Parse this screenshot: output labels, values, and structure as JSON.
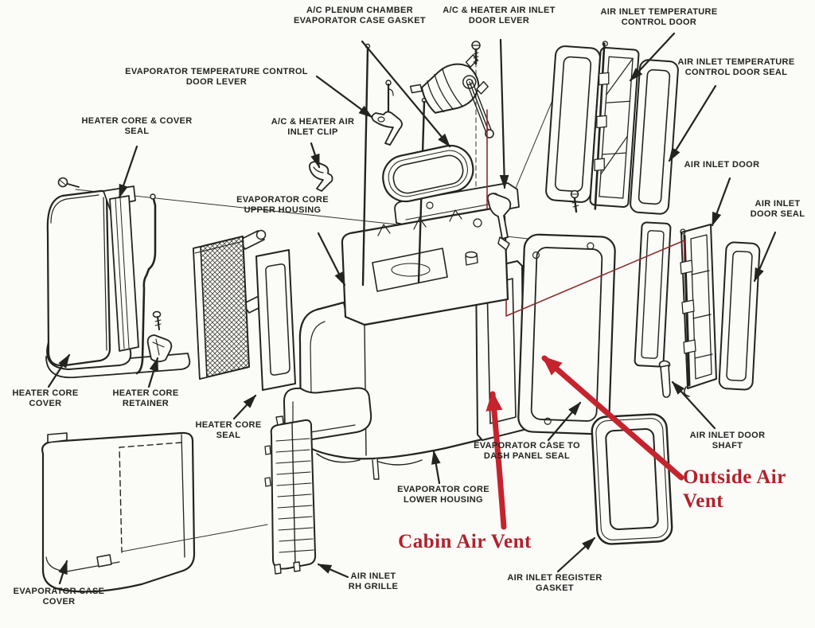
{
  "figure": {
    "kind": "exploded-parts-diagram",
    "subject": "A/C heater evaporator case assembly"
  },
  "colors": {
    "ink": "#232320",
    "background": "#fbfbf8",
    "red_annotation_text": "#b2212a",
    "red_arrow": "#c5242e",
    "red_thin_line": "#8f2c2c"
  },
  "labels": [
    {
      "id": "ac-plenum-chamber-evaporator-case-gasket",
      "l1": "A/C PLENUM CHAMBER",
      "l2": "EVAPORATOR CASE GASKET"
    },
    {
      "id": "ac-heater-air-inlet-door-lever",
      "l1": "A/C & HEATER AIR INLET",
      "l2": "DOOR LEVER"
    },
    {
      "id": "air-inlet-temperature-control-door",
      "l1": "AIR INLET TEMPERATURE",
      "l2": "CONTROL DOOR"
    },
    {
      "id": "air-inlet-temperature-control-door-seal",
      "l1": "AIR INLET TEMPERATURE",
      "l2": "CONTROL DOOR SEAL"
    },
    {
      "id": "evaporator-temperature-control-door-lever",
      "l1": "EVAPORATOR TEMPERATURE CONTROL",
      "l2": "DOOR LEVER"
    },
    {
      "id": "heater-core-and-cover-seal",
      "l1": "HEATER CORE & COVER",
      "l2": "SEAL"
    },
    {
      "id": "ac-heater-air-inlet-clip",
      "l1": "A/C & HEATER AIR",
      "l2": "INLET CLIP"
    },
    {
      "id": "air-inlet-door",
      "l1": "AIR INLET DOOR"
    },
    {
      "id": "evaporator-core-upper-housing",
      "l1": "EVAPORATOR CORE",
      "l2": "UPPER HOUSING"
    },
    {
      "id": "air-inlet-door-seal",
      "l1": "AIR INLET",
      "l2": "DOOR SEAL"
    },
    {
      "id": "heater-core-cover",
      "l1": "HEATER CORE",
      "l2": "COVER"
    },
    {
      "id": "heater-core-retainer",
      "l1": "HEATER CORE",
      "l2": "RETAINER"
    },
    {
      "id": "heater-core-seal",
      "l1": "HEATER CORE",
      "l2": "SEAL"
    },
    {
      "id": "evaporator-case-to-dash-panel-seal",
      "l1": "EVAPORATOR CASE TO",
      "l2": "DASH PANEL SEAL"
    },
    {
      "id": "air-inlet-door-shaft",
      "l1": "AIR INLET DOOR",
      "l2": "SHAFT"
    },
    {
      "id": "evaporator-core-lower-housing",
      "l1": "EVAPORATOR CORE",
      "l2": "LOWER HOUSING"
    },
    {
      "id": "outside-air-vent",
      "l1": "Outside Air",
      "l2": "Vent"
    },
    {
      "id": "cabin-air-vent",
      "l1": "Cabin Air Vent"
    },
    {
      "id": "air-inlet-rh-grille",
      "l1": "AIR INLET",
      "l2": "RH GRILLE"
    },
    {
      "id": "air-inlet-register-gasket",
      "l1": "AIR INLET REGISTER",
      "l2": "GASKET"
    },
    {
      "id": "evaporator-case-cover",
      "l1": "EVAPORATOR CASE",
      "l2": "COVER"
    }
  ]
}
